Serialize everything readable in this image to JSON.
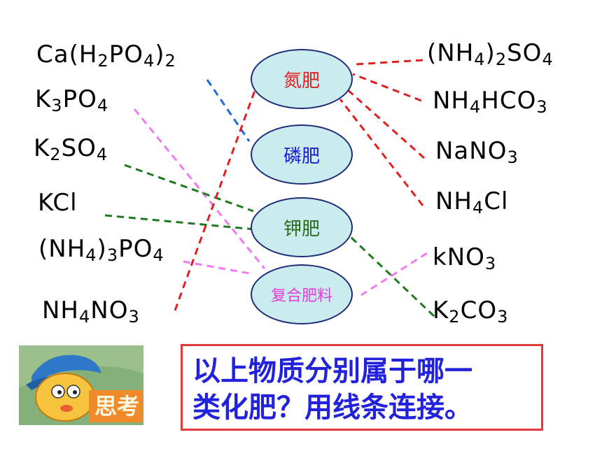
{
  "left_compounds": [
    {
      "id": "ca-h2po4-2",
      "parts": [
        [
          "Ca(H",
          ""
        ],
        [
          "2",
          "sub"
        ],
        [
          "PO",
          ""
        ],
        [
          "4",
          "sub"
        ],
        [
          ")",
          ""
        ],
        [
          "2",
          "sub"
        ]
      ]
    },
    {
      "id": "k3po4",
      "parts": [
        [
          "K",
          ""
        ],
        [
          "3",
          "sub"
        ],
        [
          "PO",
          ""
        ],
        [
          "4",
          "sub"
        ]
      ]
    },
    {
      "id": "k2so4",
      "parts": [
        [
          "K",
          ""
        ],
        [
          "2",
          "sub"
        ],
        [
          "SO",
          ""
        ],
        [
          "4",
          "sub"
        ]
      ]
    },
    {
      "id": "kcl",
      "parts": [
        [
          "KCl",
          ""
        ]
      ]
    },
    {
      "id": "nh4-3po4",
      "parts": [
        [
          "(NH",
          ""
        ],
        [
          "4",
          "sub"
        ],
        [
          ")",
          ""
        ],
        [
          "3",
          "sub"
        ],
        [
          "PO",
          ""
        ],
        [
          "4",
          "sub"
        ]
      ]
    },
    {
      "id": "nh4no3",
      "parts": [
        [
          "NH",
          ""
        ],
        [
          "4",
          "sub"
        ],
        [
          "NO",
          ""
        ],
        [
          "3",
          "sub"
        ]
      ]
    }
  ],
  "right_compounds": [
    {
      "id": "nh4-2so4",
      "parts": [
        [
          "(NH",
          ""
        ],
        [
          "4",
          "sub"
        ],
        [
          ")",
          ""
        ],
        [
          "2",
          "sub"
        ],
        [
          "SO",
          ""
        ],
        [
          "4",
          "sub"
        ]
      ]
    },
    {
      "id": "nh4hco3",
      "parts": [
        [
          "NH",
          ""
        ],
        [
          "4",
          "sub"
        ],
        [
          "HCO",
          ""
        ],
        [
          "3",
          "sub"
        ]
      ]
    },
    {
      "id": "nano3",
      "parts": [
        [
          "NaNO",
          ""
        ],
        [
          "3",
          "sub"
        ]
      ]
    },
    {
      "id": "nh4cl",
      "parts": [
        [
          "NH",
          ""
        ],
        [
          "4",
          "sub"
        ],
        [
          "Cl",
          ""
        ]
      ]
    },
    {
      "id": "kno3",
      "parts": [
        [
          "kNO",
          ""
        ],
        [
          "3",
          "sub"
        ]
      ]
    },
    {
      "id": "k2co3",
      "parts": [
        [
          "K",
          ""
        ],
        [
          "2",
          "sub"
        ],
        [
          "CO",
          ""
        ],
        [
          "3",
          "sub"
        ]
      ]
    }
  ],
  "categories": {
    "nitrogen": {
      "label": "氮肥",
      "color": "#e02020"
    },
    "phosphorus": {
      "label": "磷肥",
      "color": "#1a1ad0"
    },
    "potassium": {
      "label": "钾肥",
      "color": "#2d6a1e"
    },
    "compound": {
      "label": "复合肥料",
      "color": "#e040d8"
    }
  },
  "links": [
    {
      "from": "ca-h2po4-2",
      "to": "phosphorus",
      "color": "#1a6adc"
    },
    {
      "from": "k3po4",
      "to": "compound",
      "color": "#f27af0"
    },
    {
      "from": "k2so4",
      "to": "potassium",
      "color": "#1f7a1f"
    },
    {
      "from": "kcl",
      "to": "potassium",
      "color": "#1f7a1f"
    },
    {
      "from": "nh4-3po4",
      "to": "compound",
      "color": "#f27af0"
    },
    {
      "from": "nh4no3",
      "to": "nitrogen",
      "color": "#e02020"
    },
    {
      "from": "nh4-2so4",
      "to": "nitrogen",
      "color": "#e02020"
    },
    {
      "from": "nh4hco3",
      "to": "nitrogen",
      "color": "#e02020"
    },
    {
      "from": "nano3",
      "to": "nitrogen",
      "color": "#e02020"
    },
    {
      "from": "nh4cl",
      "to": "nitrogen",
      "color": "#e02020"
    },
    {
      "from": "kno3",
      "to": "compound",
      "color": "#f27af0"
    },
    {
      "from": "k2co3",
      "to": "potassium",
      "color": "#1f7a1f"
    }
  ],
  "think_badge": {
    "text": "思考"
  },
  "question": {
    "line1": "以上物质分别属于哪一",
    "line2": "类化肥？用线条连接。"
  }
}
